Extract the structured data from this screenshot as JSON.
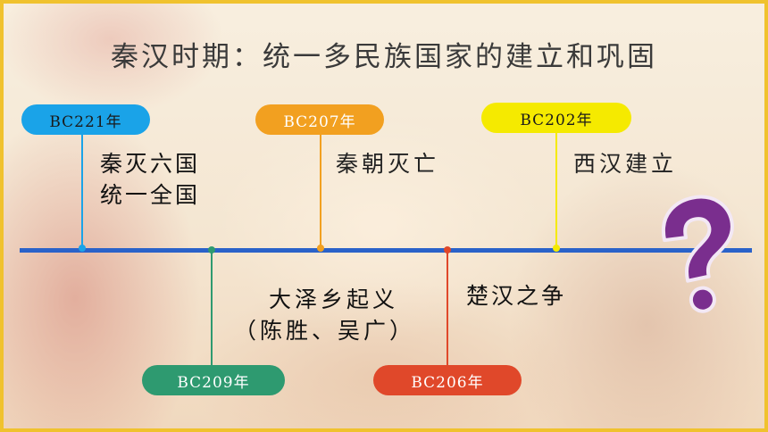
{
  "slide": {
    "title": "秦汉时期：统一多民族国家的建立和巩固"
  },
  "timeline": {
    "axis_color": "#2a62c9",
    "above": [
      {
        "date": "BC221年",
        "color": "#1aa3e8",
        "event_lines": [
          "秦灭六国",
          "统一全国"
        ]
      },
      {
        "date": "BC207年",
        "color": "#f2a020",
        "event_lines": [
          "秦朝灭亡"
        ]
      },
      {
        "date": "BC202年",
        "color": "#f5ea00",
        "event_lines": [
          "西汉建立"
        ]
      }
    ],
    "below": [
      {
        "date": "BC209年",
        "color": "#2e9a70",
        "event_lines": [
          "大泽乡起义",
          "（陈胜、吴广）"
        ]
      },
      {
        "date": "BC206年",
        "color": "#e0482a",
        "event_lines": [
          "楚汉之争"
        ]
      }
    ]
  },
  "decor": {
    "question_mark_icon": "question-mark-icon",
    "question_mark_color": "#7a2e8e"
  }
}
